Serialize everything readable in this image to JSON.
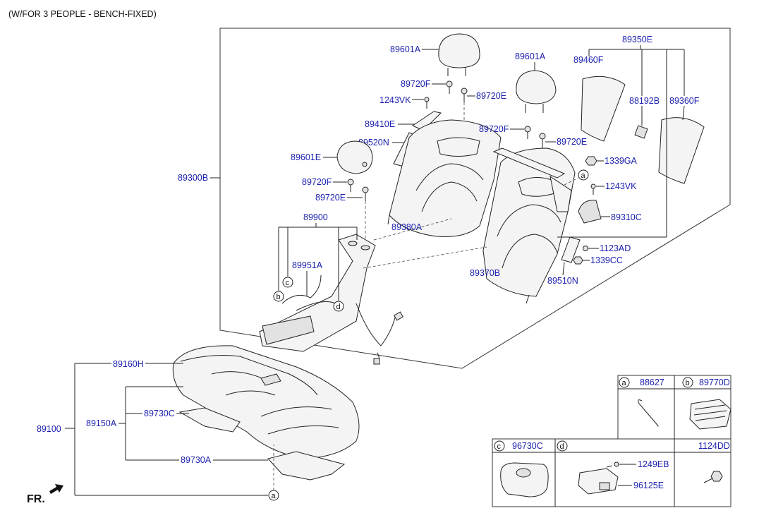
{
  "header": "(W/FOR 3 PEOPLE - BENCH-FIXED)",
  "direction_label": "FR.",
  "labels": {
    "l89601A_top": "89601A",
    "l89601A_mid": "89601A",
    "l89601E": "89601E",
    "l89720F_1": "89720F",
    "l89720E_1": "89720E",
    "l1243VK_1": "1243VK",
    "l89410E": "89410E",
    "l89520N": "89520N",
    "l89720F_2": "89720F",
    "l89720E_2": "89720E",
    "l89720F_3": "89720F",
    "l89720E_3": "89720E",
    "l89350E": "89350E",
    "l89460F": "89460F",
    "l88192B": "88192B",
    "l89360F": "89360F",
    "l1339GA": "1339GA",
    "l1243VK_2": "1243VK",
    "l89310C": "89310C",
    "l1123AD": "1123AD",
    "l1339CC": "1339CC",
    "l89510N": "89510N",
    "l89370B": "89370B",
    "l89380A": "89380A",
    "l89300B": "89300B",
    "l89900": "89900",
    "l89951A": "89951A",
    "l89160H": "89160H",
    "l89150A": "89150A",
    "l89100": "89100",
    "l89730C": "89730C",
    "l89730A": "89730A"
  },
  "callouts": {
    "a": "a",
    "b": "b",
    "c": "c",
    "d": "d"
  },
  "legend": {
    "cell_a": {
      "marker": "a",
      "part": "88627"
    },
    "cell_b": {
      "marker": "b",
      "part": "89770D"
    },
    "cell_c": {
      "marker": "c",
      "part": "96730C"
    },
    "cell_d": {
      "marker": "d"
    },
    "cell_e": {
      "part": "1124DD"
    },
    "d_part_1": "1249EB",
    "d_part_2": "96125E"
  }
}
